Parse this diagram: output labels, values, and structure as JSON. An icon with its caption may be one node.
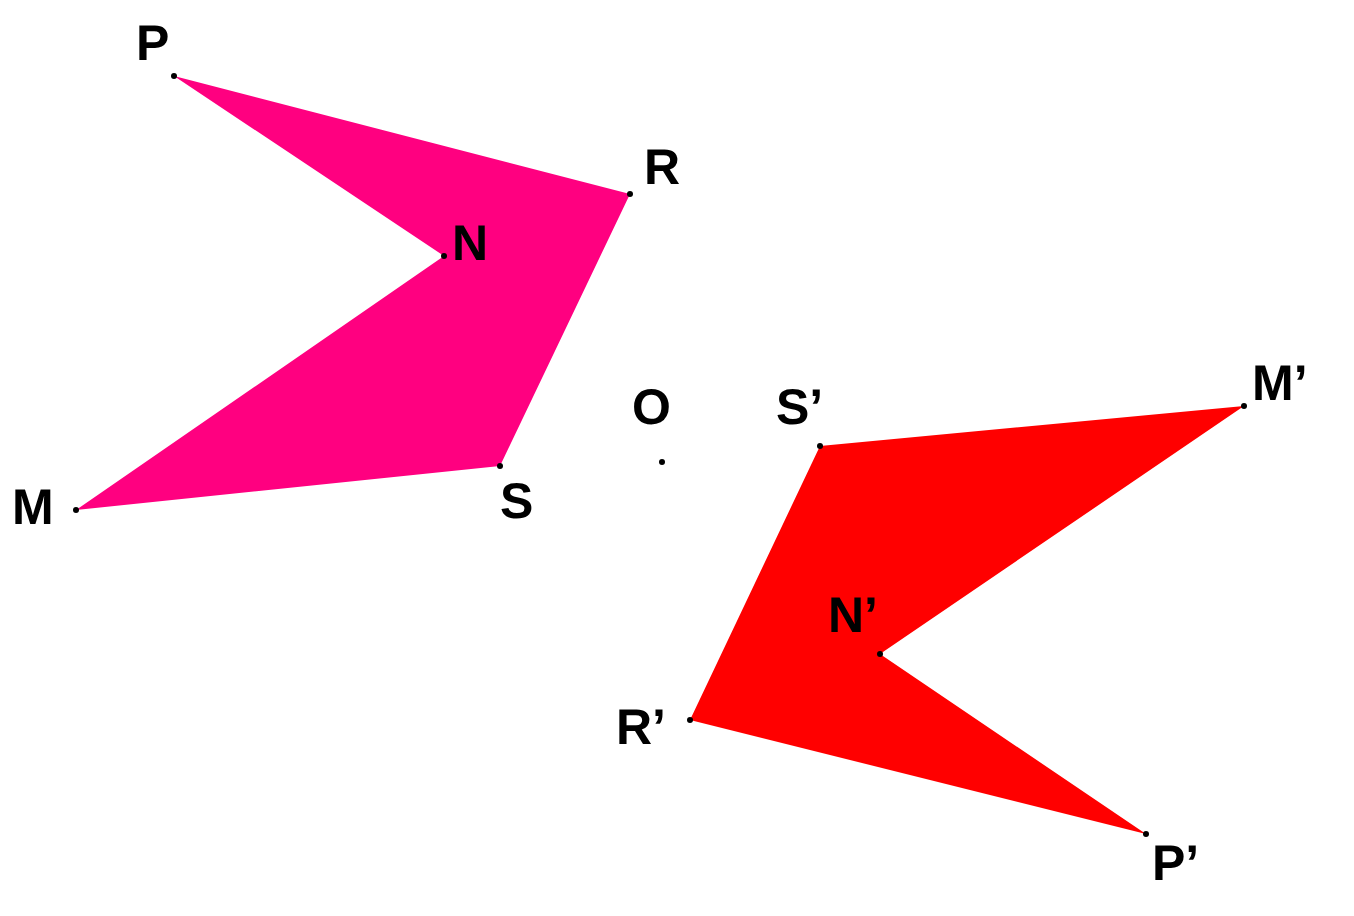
{
  "diagram": {
    "labels": [
      "P",
      "R",
      "N",
      "M",
      "S",
      "O",
      "S’",
      "M’",
      "N’",
      "R’",
      "P’"
    ]
  }
}
